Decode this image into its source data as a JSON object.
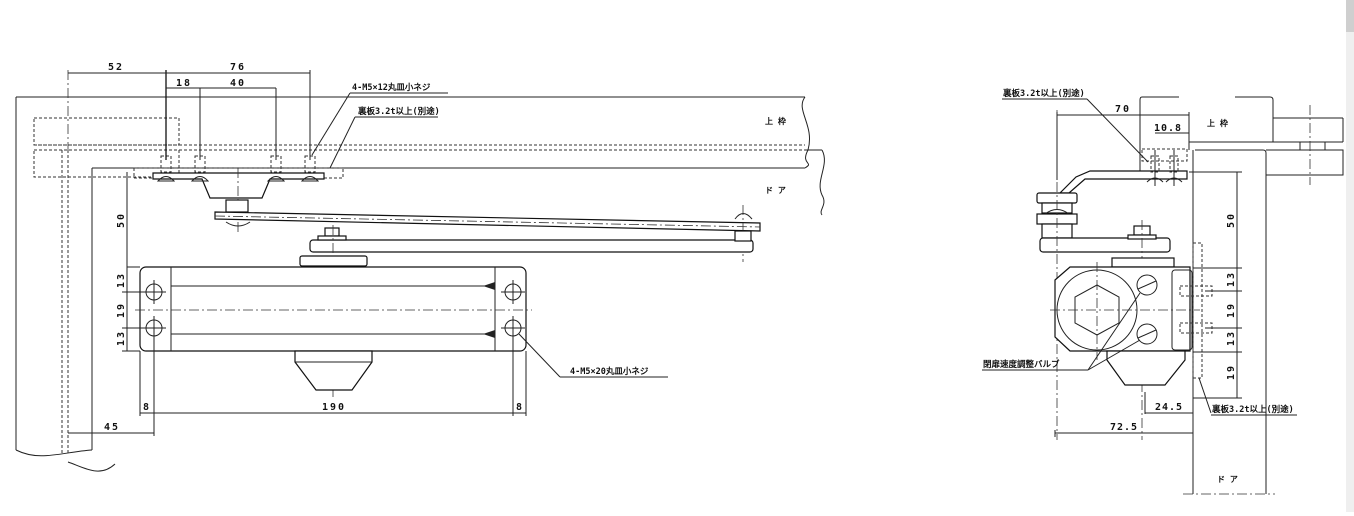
{
  "drawing": {
    "front_view": {
      "dimensions": {
        "d52": "52",
        "d76": "76",
        "d18": "18",
        "d40": "40",
        "d50": "50",
        "d13_top": "13",
        "d19": "19",
        "d13_bottom": "13",
        "d8_left": "8",
        "d190": "190",
        "d8_right": "8",
        "d45": "45"
      },
      "notes": {
        "bracket_screws": "4-M5×12丸皿小ネジ",
        "backing_plate": "裏板3.2t以上(別途)",
        "body_screws": "4-M5×20丸皿小ネジ"
      },
      "labels": {
        "frame": "上  枠",
        "door": "ド  ア"
      }
    },
    "side_view": {
      "dimensions": {
        "d70": "70",
        "d10_8": "10.8",
        "d50": "50",
        "d13_top": "13",
        "d19_mid": "19",
        "d13_bottom": "13",
        "d19_low": "19",
        "d24_5": "24.5",
        "d72_5": "72.5"
      },
      "notes": {
        "backing_plate_top": "裏板3.2t以上(別途)",
        "speed_valve": "閉扉速度調整バルブ",
        "backing_plate_bottom": "裏板3.2t以上(別途)"
      },
      "labels": {
        "frame": "上  枠",
        "door": "ド  ア"
      }
    }
  },
  "scrollbar": {
    "thumb_position": "top"
  },
  "colors": {
    "line": "#111111",
    "background": "#ffffff",
    "scroll_track": "#efefef",
    "scroll_thumb": "#cfcfcf"
  }
}
